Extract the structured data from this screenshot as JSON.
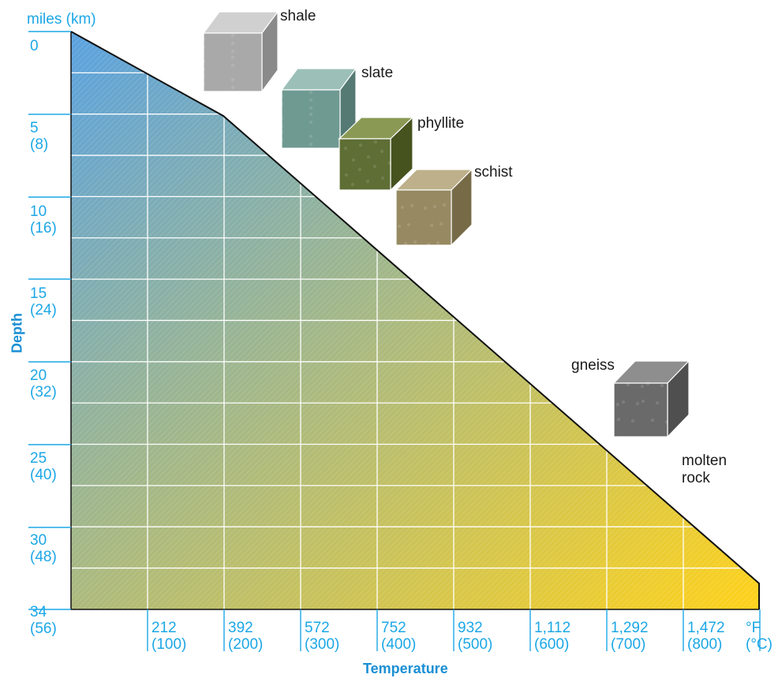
{
  "diagram": {
    "depth_unit_label": "miles (km)",
    "depth_axis_title": "Depth",
    "temperature_axis_title": "Temperature",
    "depth_ticks": [
      {
        "miles": "0",
        "km": ""
      },
      {
        "miles": "5",
        "km": "(8)"
      },
      {
        "miles": "10",
        "km": "(16)"
      },
      {
        "miles": "15",
        "km": "(24)"
      },
      {
        "miles": "20",
        "km": "(32)"
      },
      {
        "miles": "25",
        "km": "(40)"
      },
      {
        "miles": "30",
        "km": "(48)"
      },
      {
        "miles": "34",
        "km": "(56)"
      }
    ],
    "temperature_ticks": [
      {
        "f": "212",
        "c": "(100)"
      },
      {
        "f": "392",
        "c": "(200)"
      },
      {
        "f": "572",
        "c": "(300)"
      },
      {
        "f": "752",
        "c": "(400)"
      },
      {
        "f": "932",
        "c": "(500)"
      },
      {
        "f": "1,112",
        "c": "(600)"
      },
      {
        "f": "1,292",
        "c": "(700)"
      },
      {
        "f": "1,472",
        "c": "(800)"
      }
    ],
    "temperature_unit_f": "°F",
    "temperature_unit_c": "(°C)",
    "rocks": [
      {
        "name": "shale",
        "colors": {
          "front": "#a9a9a9",
          "top": "#d0d0d0",
          "side": "#8a8a8a"
        }
      },
      {
        "name": "slate",
        "colors": {
          "front": "#6f9a92",
          "top": "#9cc0b8",
          "side": "#557a73"
        }
      },
      {
        "name": "phyllite",
        "colors": {
          "front": "#5e6e34",
          "top": "#8a9a55",
          "side": "#46531f"
        }
      },
      {
        "name": "schist",
        "colors": {
          "front": "#978a62",
          "top": "#bdb08a",
          "side": "#776b47"
        }
      },
      {
        "name": "gneiss",
        "colors": {
          "front": "#6a6a6a",
          "top": "#8e8e8e",
          "side": "#4f4f4f"
        }
      }
    ],
    "molten_label": "molten rock",
    "colors": {
      "gradient_top": "#5aa2e0",
      "gradient_bottom": "#ffd21a",
      "label_blue": "#1ca7e6"
    }
  }
}
